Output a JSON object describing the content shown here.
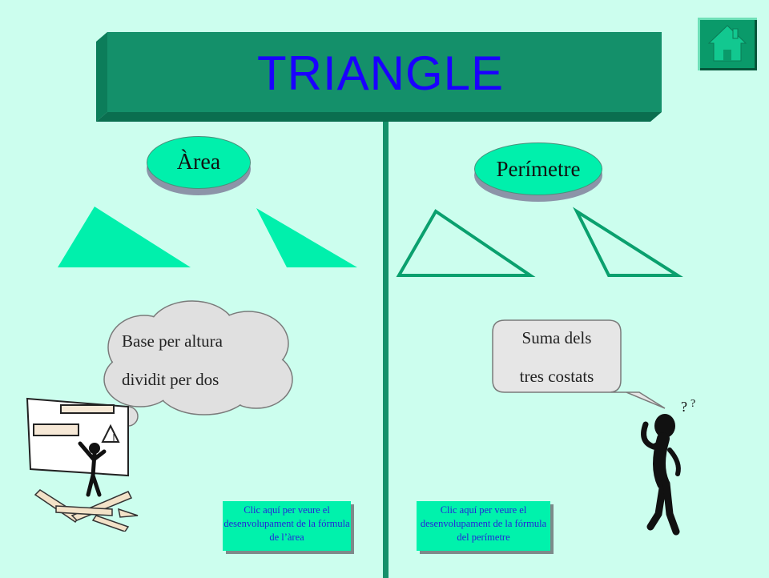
{
  "title": "TRIANGLE",
  "area_button": "Àrea",
  "perimeter_button": "Perímetre",
  "area_thought": {
    "line1": "Base per altura",
    "line2": "dividit per dos"
  },
  "perimeter_speech": {
    "line1": "Suma dels",
    "line2": "tres costats"
  },
  "area_link": "Clic aquí per veure el desenvolupament de la fórmula de l’àrea",
  "perimeter_link": "Clic aquí per veure el desenvolupament de la fórmula del perímetre",
  "icons": {
    "home": "home-icon",
    "thinking_figure": "thinking-man-icon",
    "teacher_figure": "teacher-board-icon",
    "question_marks": "question-marks-icon"
  },
  "colors": {
    "background": "#ccfeee",
    "sign": "#14906a",
    "accent": "#00f0ac",
    "title_text": "#1b00ff",
    "triangle_fill": "#00f0ac",
    "triangle_outline": "#0aa06e",
    "link_text": "#2424d8"
  }
}
